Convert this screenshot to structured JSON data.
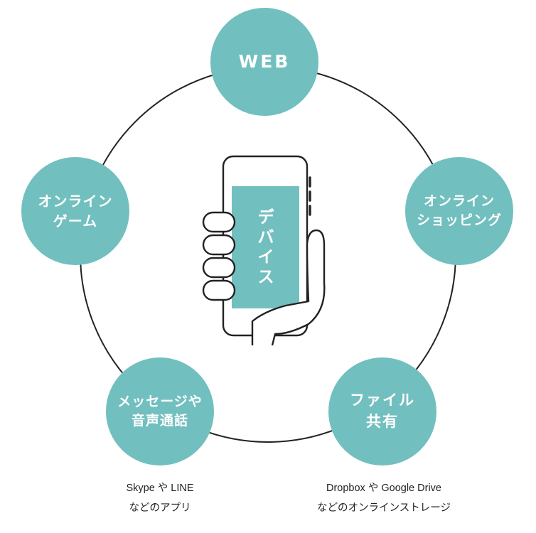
{
  "colors": {
    "node": "#72bfbf",
    "screen": "#72bfbf",
    "line": "#222222",
    "text_on_node": "#ffffff",
    "caption_text": "#222222"
  },
  "center": {
    "label": "デバイス",
    "icon": "smartphone-in-hand-icon"
  },
  "nodes": {
    "web": {
      "lines": [
        "WEB"
      ]
    },
    "shopping": {
      "lines": [
        "オンライン",
        "ショッピング"
      ]
    },
    "game": {
      "lines": [
        "オンライン",
        "ゲーム"
      ]
    },
    "messaging": {
      "lines": [
        "メッセージや",
        "音声通話"
      ],
      "caption": [
        "Skype や LINE",
        "などのアプリ"
      ]
    },
    "file_sharing": {
      "lines": [
        "ファイル",
        "共有"
      ],
      "caption": [
        "Dropbox や Google Drive",
        "などのオンラインストレージ"
      ]
    }
  }
}
